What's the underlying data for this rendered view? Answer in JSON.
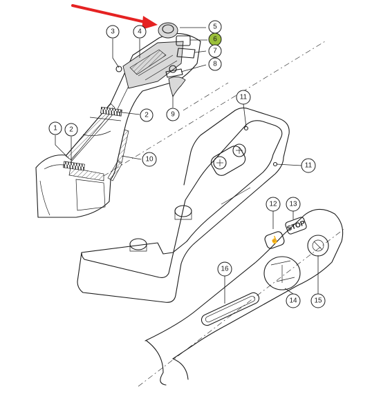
{
  "accent": {
    "arrow": "#e52222",
    "highlight": "#9bbf3a"
  },
  "callouts": [
    {
      "id": "c1",
      "label": "1"
    },
    {
      "id": "c2a",
      "label": "2"
    },
    {
      "id": "c2b",
      "label": "2"
    },
    {
      "id": "c3",
      "label": "3"
    },
    {
      "id": "c4",
      "label": "4"
    },
    {
      "id": "c5",
      "label": "5"
    },
    {
      "id": "c6",
      "label": "6",
      "highlighted": true
    },
    {
      "id": "c7",
      "label": "7"
    },
    {
      "id": "c8",
      "label": "8"
    },
    {
      "id": "c9",
      "label": "9"
    },
    {
      "id": "c10",
      "label": "10"
    },
    {
      "id": "c11a",
      "label": "11"
    },
    {
      "id": "c11b",
      "label": "11"
    },
    {
      "id": "c12",
      "label": "12"
    },
    {
      "id": "c13",
      "label": "13"
    },
    {
      "id": "c14",
      "label": "14"
    },
    {
      "id": "c15",
      "label": "15"
    },
    {
      "id": "c16",
      "label": "16"
    }
  ],
  "stop_label": "STOP"
}
